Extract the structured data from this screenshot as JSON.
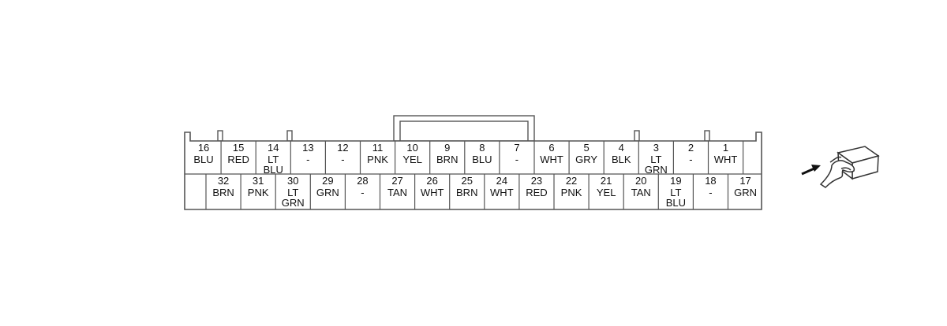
{
  "connector": {
    "top_row": [
      {
        "pin": "16",
        "color": [
          "BLU"
        ]
      },
      {
        "pin": "15",
        "color": [
          "RED"
        ]
      },
      {
        "pin": "14",
        "color": [
          "LT",
          "BLU"
        ]
      },
      {
        "pin": "13",
        "color": [
          "-"
        ]
      },
      {
        "pin": "12",
        "color": [
          "-"
        ]
      },
      {
        "pin": "11",
        "color": [
          "PNK"
        ]
      },
      {
        "pin": "10",
        "color": [
          "YEL"
        ]
      },
      {
        "pin": "9",
        "color": [
          "BRN"
        ]
      },
      {
        "pin": "8",
        "color": [
          "BLU"
        ]
      },
      {
        "pin": "7",
        "color": [
          "-"
        ]
      },
      {
        "pin": "6",
        "color": [
          "WHT"
        ]
      },
      {
        "pin": "5",
        "color": [
          "GRY"
        ]
      },
      {
        "pin": "4",
        "color": [
          "BLK"
        ]
      },
      {
        "pin": "3",
        "color": [
          "LT",
          "GRN"
        ]
      },
      {
        "pin": "2",
        "color": [
          "-"
        ]
      },
      {
        "pin": "1",
        "color": [
          "WHT"
        ]
      }
    ],
    "bottom_row": [
      {
        "pin": "32",
        "color": [
          "BRN"
        ]
      },
      {
        "pin": "31",
        "color": [
          "PNK"
        ]
      },
      {
        "pin": "30",
        "color": [
          "LT",
          "GRN"
        ]
      },
      {
        "pin": "29",
        "color": [
          "GRN"
        ]
      },
      {
        "pin": "28",
        "color": [
          "-"
        ]
      },
      {
        "pin": "27",
        "color": [
          "TAN"
        ]
      },
      {
        "pin": "26",
        "color": [
          "WHT"
        ]
      },
      {
        "pin": "25",
        "color": [
          "BRN"
        ]
      },
      {
        "pin": "24",
        "color": [
          "WHT"
        ]
      },
      {
        "pin": "23",
        "color": [
          "RED"
        ]
      },
      {
        "pin": "22",
        "color": [
          "PNK"
        ]
      },
      {
        "pin": "21",
        "color": [
          "YEL"
        ]
      },
      {
        "pin": "20",
        "color": [
          "TAN"
        ]
      },
      {
        "pin": "19",
        "color": [
          "LT",
          "BLU"
        ]
      },
      {
        "pin": "18",
        "color": [
          "-"
        ]
      },
      {
        "pin": "17",
        "color": [
          "GRN"
        ]
      }
    ]
  },
  "view_indicator": {
    "arrow_icon": "arrow-right-icon",
    "hand_icon": "hand-on-connector-icon"
  },
  "colors": {
    "outline": "#555555",
    "text": "#111111",
    "background": "#ffffff"
  }
}
